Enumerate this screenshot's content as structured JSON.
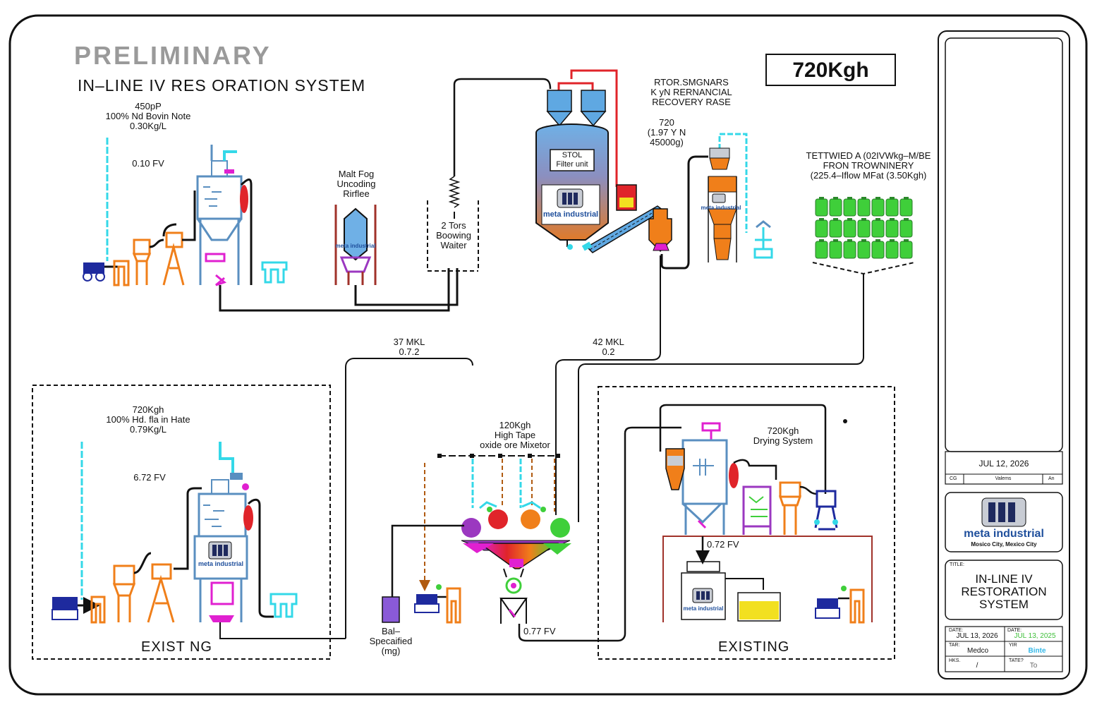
{
  "header": {
    "preliminary": "PRELIMINARY",
    "system_title": "IN–LINE IV RES ORATION SYSTEM",
    "rate_box": "720Kgh"
  },
  "labels": {
    "feed_top_left": "450pP\n100% Nd Bovin Note\n0.30Kg/L",
    "fv_top_left": "0.10 FV",
    "malt_fog": "Malt Fog\nUncoding\nRirflee",
    "tors": "2 Tors\nBoowing\nWaiter",
    "stol": "STOL\nFilter unit",
    "recovery": "RTOR.SMGNARS\nK yN RERNANCIAL\nRECOVERY RASE",
    "recovery_value": "720\n(1.97 Y N\n45000g)",
    "tettwied": "TETTWIED A (02IVWkg–M/BE\nFRON TROWNINERY\n(225.4–Iflow MFat (3.50Kgh)",
    "line_37": "37 MKL\n0.7.2",
    "line_42": "42 MKL\n0.2",
    "feed_bottom_left": "720Kgh\n100% Hd. fla in Hate\n0.79Kg/L",
    "fv_bottom_left": "6.72 FV",
    "mixer": "120Kgh\nHigh Tape\noxide ore Mixetor",
    "bal": "Bal–\nSpecaified\n(mg)",
    "fv_077": "0.77 FV",
    "drying": "720Kgh\nDrying System",
    "fv_072": "0.72 FV",
    "exist_left": "EXIST NG",
    "exist_right": "EXISTING"
  },
  "brand": {
    "name": "meta industrial",
    "location": "Mosico City, Mexico City"
  },
  "title_block": {
    "rev_date": "JUL 12, 2026",
    "rev_code": "CG",
    "rev_desc": "Valems",
    "rev_by": "An",
    "title_label": "TITLE:",
    "title": "IN-LINE IV\nRESTORATION\nSYSTEM",
    "date1_label": "DATE:",
    "date1": "JUL 13, 2026",
    "date2_label": "DATE:",
    "date2": "JUL 13, 2025",
    "tar_label": "TAR:",
    "tar_value": "Medco",
    "yir_label": "YIR",
    "yir_value": "Binte",
    "hks_label": "HKS.",
    "hks_value": "/",
    "tate_label": "TATE?",
    "tate_value": "To"
  },
  "colors": {
    "cyan": "#34d8e8",
    "orange": "#f07f1a",
    "magenta": "#e020d0",
    "navy": "#1e2a9e",
    "green": "#3fcf3a",
    "red": "#e0242a",
    "steel": "#5a8fc0",
    "brand_blue": "#1f4f9c"
  }
}
